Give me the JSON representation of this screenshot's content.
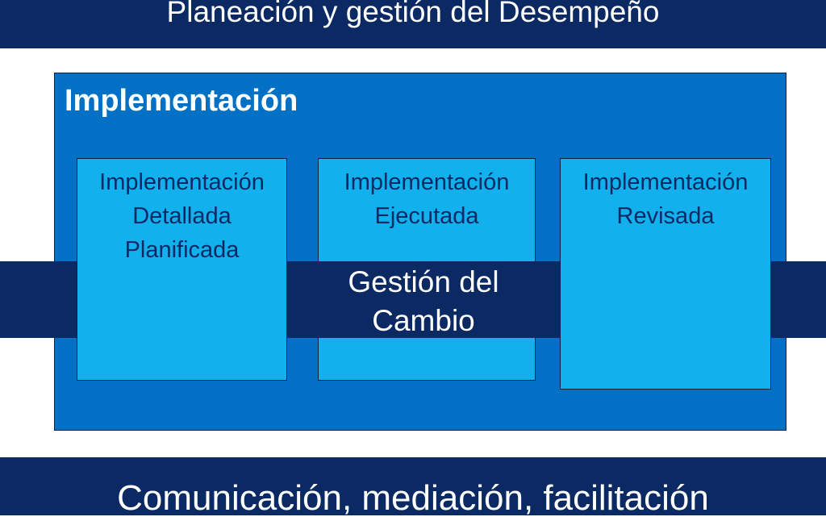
{
  "header": {
    "title": "Planeación y gestión del Desempeño"
  },
  "panel": {
    "title": "Implementación"
  },
  "stages": [
    {
      "label": "Implementación\nDetallada\nPlanificada"
    },
    {
      "label": "Implementación\nEjecutada"
    },
    {
      "label": "Implementación\nRevisada"
    }
  ],
  "change_band": {
    "label": "Gestión del\nCambio"
  },
  "footer": {
    "title": "Comunicación, mediación, facilitación"
  },
  "colors": {
    "dark_navy": "#0b2a63",
    "panel_blue": "#0270c4",
    "stage_cyan": "#13b0ee",
    "text_white": "#ffffff"
  }
}
